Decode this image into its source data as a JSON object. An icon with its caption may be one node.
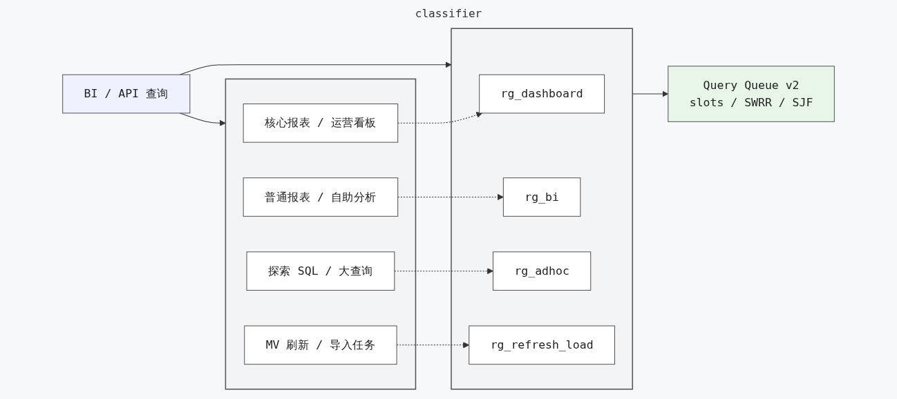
{
  "diagram": {
    "nodes": [
      {
        "text": [
          "BI / API 查询"
        ]
      },
      {
        "text": [],
        "shape": "box"
      },
      {
        "text": [
          "核心报表 / 运营看板"
        ],
        "in": 1
      },
      {
        "text": [
          "普通报表 / 自助分析"
        ],
        "in": 1
      },
      {
        "text": [
          "探索 SQL / 大查询"
        ],
        "in": 1
      },
      {
        "text": [
          "MV 刷新 / 导入任务"
        ],
        "in": 1
      },
      {
        "text": [],
        "shape": "box"
      },
      {
        "text": [
          "rg_dashboard"
        ],
        "in": 6
      },
      {
        "text": [
          "rg_bi"
        ],
        "in": 6
      },
      {
        "text": [
          "rg_adhoc"
        ],
        "in": 6
      },
      {
        "text": [
          "rg_refresh_load"
        ],
        "in": 6
      },
      {
        "text": [
          "Query Queue v2",
          "slots / SWRR / SJF"
        ]
      }
    ],
    "edges": [
      {
        "from": 0,
        "to": 1,
        "arrow": "to"
      },
      {
        "from": 0,
        "to": 6,
        "arrow": "to"
      },
      {
        "from": 2,
        "to": 7,
        "arrow": "to",
        "style": "dashed"
      },
      {
        "from": 3,
        "to": 8,
        "arrow": "to",
        "style": "dashed"
      },
      {
        "from": 4,
        "to": 9,
        "arrow": "to",
        "style": "dashed"
      },
      {
        "from": 5,
        "to": 10,
        "arrow": "to",
        "style": "dashed"
      },
      {
        "from": 6,
        "to": 11,
        "arrow": "to"
      }
    ],
    "labels": [
      "classifier"
    ]
  }
}
